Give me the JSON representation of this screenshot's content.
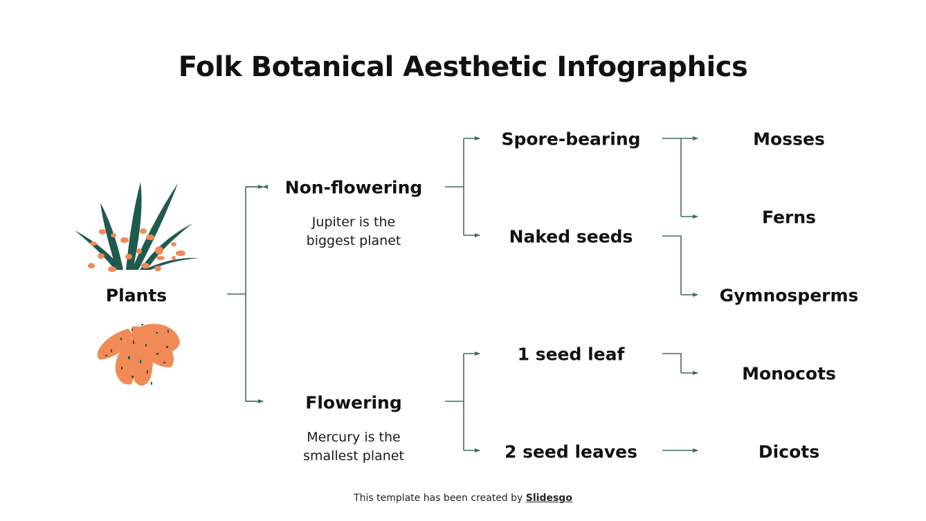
{
  "title": "Folk Botanical Aesthetic Infographics",
  "colors": {
    "line": "#3d6b66",
    "leaf_green": "#1f5a4e",
    "leaf_orange": "#f28a55",
    "text": "#111111"
  },
  "root": {
    "label": "Plants"
  },
  "branches": [
    {
      "label": "Non-flowering",
      "description_line1": "Jupiter is the",
      "description_line2": "biggest planet",
      "children": [
        {
          "label": "Spore-bearing",
          "children": [
            "Mosses",
            "Ferns"
          ]
        },
        {
          "label": "Naked seeds",
          "children": [
            "Gymnosperms"
          ]
        }
      ]
    },
    {
      "label": "Flowering",
      "description_line1": "Mercury is the",
      "description_line2": "smallest planet",
      "children": [
        {
          "label": "1 seed leaf",
          "children": [
            "Monocots"
          ]
        },
        {
          "label": "2 seed leaves",
          "children": [
            "Dicots"
          ]
        }
      ]
    }
  ],
  "footer": {
    "prefix": "This template has been created by ",
    "brand": "Slidesgo"
  }
}
